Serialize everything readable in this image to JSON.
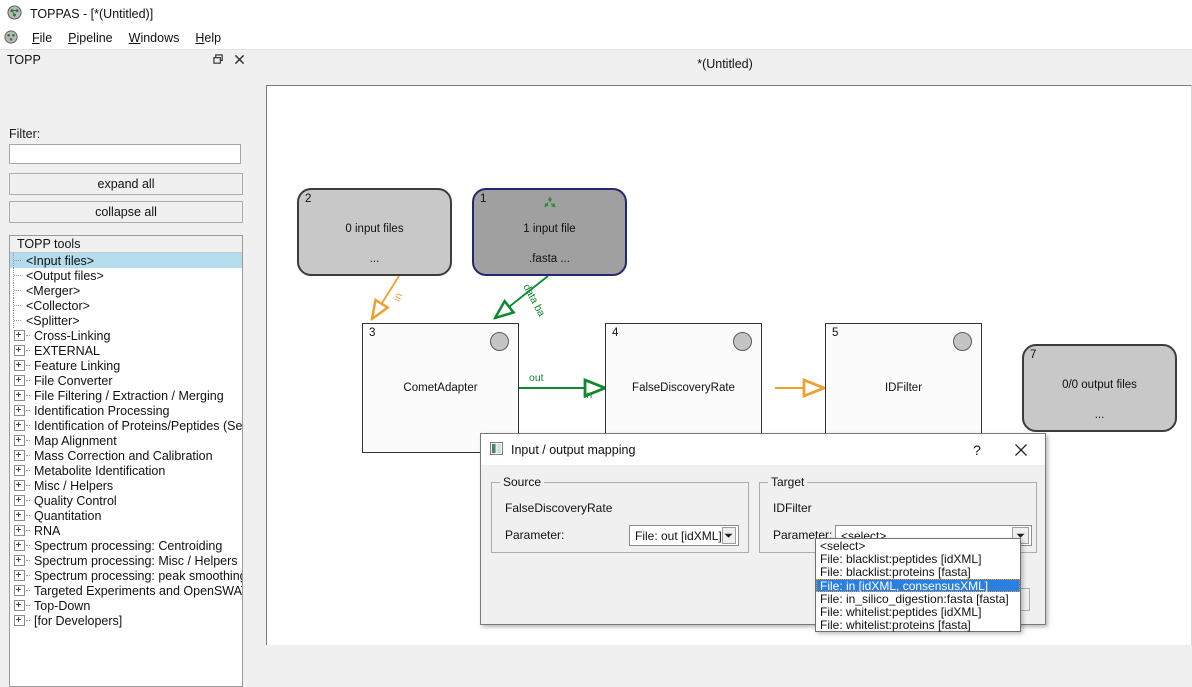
{
  "window": {
    "title": "TOPPAS - [*(Untitled)]",
    "app_icon": "toppas-icon"
  },
  "menubar": {
    "items": [
      {
        "label": "File",
        "mnemonic": "F"
      },
      {
        "label": "Pipeline",
        "mnemonic": "P"
      },
      {
        "label": "Windows",
        "mnemonic": "W"
      },
      {
        "label": "Help",
        "mnemonic": "H"
      }
    ]
  },
  "dock": {
    "title": "TOPP",
    "float_button": "restore-icon",
    "close_button": "close-icon",
    "filter_label": "Filter:",
    "filter_value": "",
    "filter_placeholder": "",
    "expand_all_label": "expand all",
    "collapse_all_label": "collapse all",
    "tree_header": "TOPP tools",
    "tree_items": [
      {
        "label": "<Input files>",
        "type": "leaf",
        "selected": true
      },
      {
        "label": "<Output files>",
        "type": "leaf",
        "selected": false
      },
      {
        "label": "<Merger>",
        "type": "leaf",
        "selected": false
      },
      {
        "label": "<Collector>",
        "type": "leaf",
        "selected": false
      },
      {
        "label": "<Splitter>",
        "type": "leaf",
        "selected": false
      },
      {
        "label": "Cross-Linking",
        "type": "branch",
        "selected": false
      },
      {
        "label": "EXTERNAL",
        "type": "branch",
        "selected": false
      },
      {
        "label": "Feature Linking",
        "type": "branch",
        "selected": false
      },
      {
        "label": "File Converter",
        "type": "branch",
        "selected": false
      },
      {
        "label": "File Filtering / Extraction / Merging",
        "type": "branch",
        "selected": false
      },
      {
        "label": "Identification Processing",
        "type": "branch",
        "selected": false
      },
      {
        "label": "Identification of Proteins/Peptides (Sear",
        "type": "branch",
        "selected": false
      },
      {
        "label": "Map Alignment",
        "type": "branch",
        "selected": false
      },
      {
        "label": "Mass Correction and Calibration",
        "type": "branch",
        "selected": false
      },
      {
        "label": "Metabolite Identification",
        "type": "branch",
        "selected": false
      },
      {
        "label": "Misc / Helpers",
        "type": "branch",
        "selected": false
      },
      {
        "label": "Quality Control",
        "type": "branch",
        "selected": false
      },
      {
        "label": "Quantitation",
        "type": "branch",
        "selected": false
      },
      {
        "label": "RNA",
        "type": "branch",
        "selected": false
      },
      {
        "label": "Spectrum processing: Centroiding",
        "type": "branch",
        "selected": false
      },
      {
        "label": "Spectrum processing: Misc / Helpers",
        "type": "branch",
        "selected": false
      },
      {
        "label": "Spectrum processing: peak smoothing /",
        "type": "branch",
        "selected": false
      },
      {
        "label": "Targeted Experiments and OpenSWATH",
        "type": "branch",
        "selected": false
      },
      {
        "label": "Top-Down",
        "type": "branch",
        "selected": false
      },
      {
        "label": "[for Developers]",
        "type": "branch",
        "selected": false
      }
    ]
  },
  "canvas": {
    "tab_label": "*(Untitled)",
    "nodes": [
      {
        "id": "2",
        "kind": "input",
        "title": "0 input files",
        "sub": "...",
        "selected": false
      },
      {
        "id": "1",
        "kind": "input",
        "title": "1 input file",
        "sub": ".fasta ...",
        "selected": true,
        "badge": "recycle-icon"
      },
      {
        "id": "3",
        "kind": "tool",
        "title": "CometAdapter",
        "selected": false
      },
      {
        "id": "4",
        "kind": "tool",
        "title": "FalseDiscoveryRate",
        "selected": false
      },
      {
        "id": "5",
        "kind": "tool",
        "title": "IDFilter",
        "selected": false
      },
      {
        "id": "7",
        "kind": "output",
        "title": "0/0 output files",
        "sub": "...",
        "selected": false
      }
    ],
    "edges": [
      {
        "from": "2",
        "to": "3",
        "label": "in",
        "color": "#f0a030"
      },
      {
        "from": "1",
        "to": "3",
        "label": "data ba",
        "color": "#0e8a2e"
      },
      {
        "from": "3",
        "to": "4",
        "out_label": "out",
        "in_label": "in",
        "color": "#0e8a2e"
      },
      {
        "from": "4",
        "to": "5",
        "label": "",
        "color": "#f0a030"
      }
    ]
  },
  "dialog": {
    "title": "Input / output mapping",
    "icon": "window-icon",
    "help_label": "?",
    "close_label": "close-icon",
    "source": {
      "group_title": "Source",
      "node_name": "FalseDiscoveryRate",
      "param_label": "Parameter:",
      "param_value": "File: out [idXML]"
    },
    "target": {
      "group_title": "Target",
      "node_name": "IDFilter",
      "param_label": "Parameter:",
      "param_value": "<select>"
    },
    "dropdown": {
      "open": true,
      "options": [
        {
          "label": "<select>",
          "selected": false
        },
        {
          "label": "File: blacklist:peptides [idXML]",
          "selected": false
        },
        {
          "label": "File: blacklist:proteins [fasta]",
          "selected": false
        },
        {
          "label": "File: in [idXML, consensusXML]",
          "selected": true
        },
        {
          "label": "File: in_silico_digestion:fasta [fasta]",
          "selected": false
        },
        {
          "label": "File: whitelist:peptides [idXML]",
          "selected": false
        },
        {
          "label": "File: whitelist:proteins [fasta]",
          "selected": false
        }
      ]
    }
  },
  "colors": {
    "selection_blue": "#2a7fe0",
    "tree_selection": "#b4dcec",
    "edge_green": "#0e8a2e",
    "edge_orange": "#f0a030",
    "node_selected_border": "#262673",
    "recycle_green": "#2e8b3d"
  }
}
